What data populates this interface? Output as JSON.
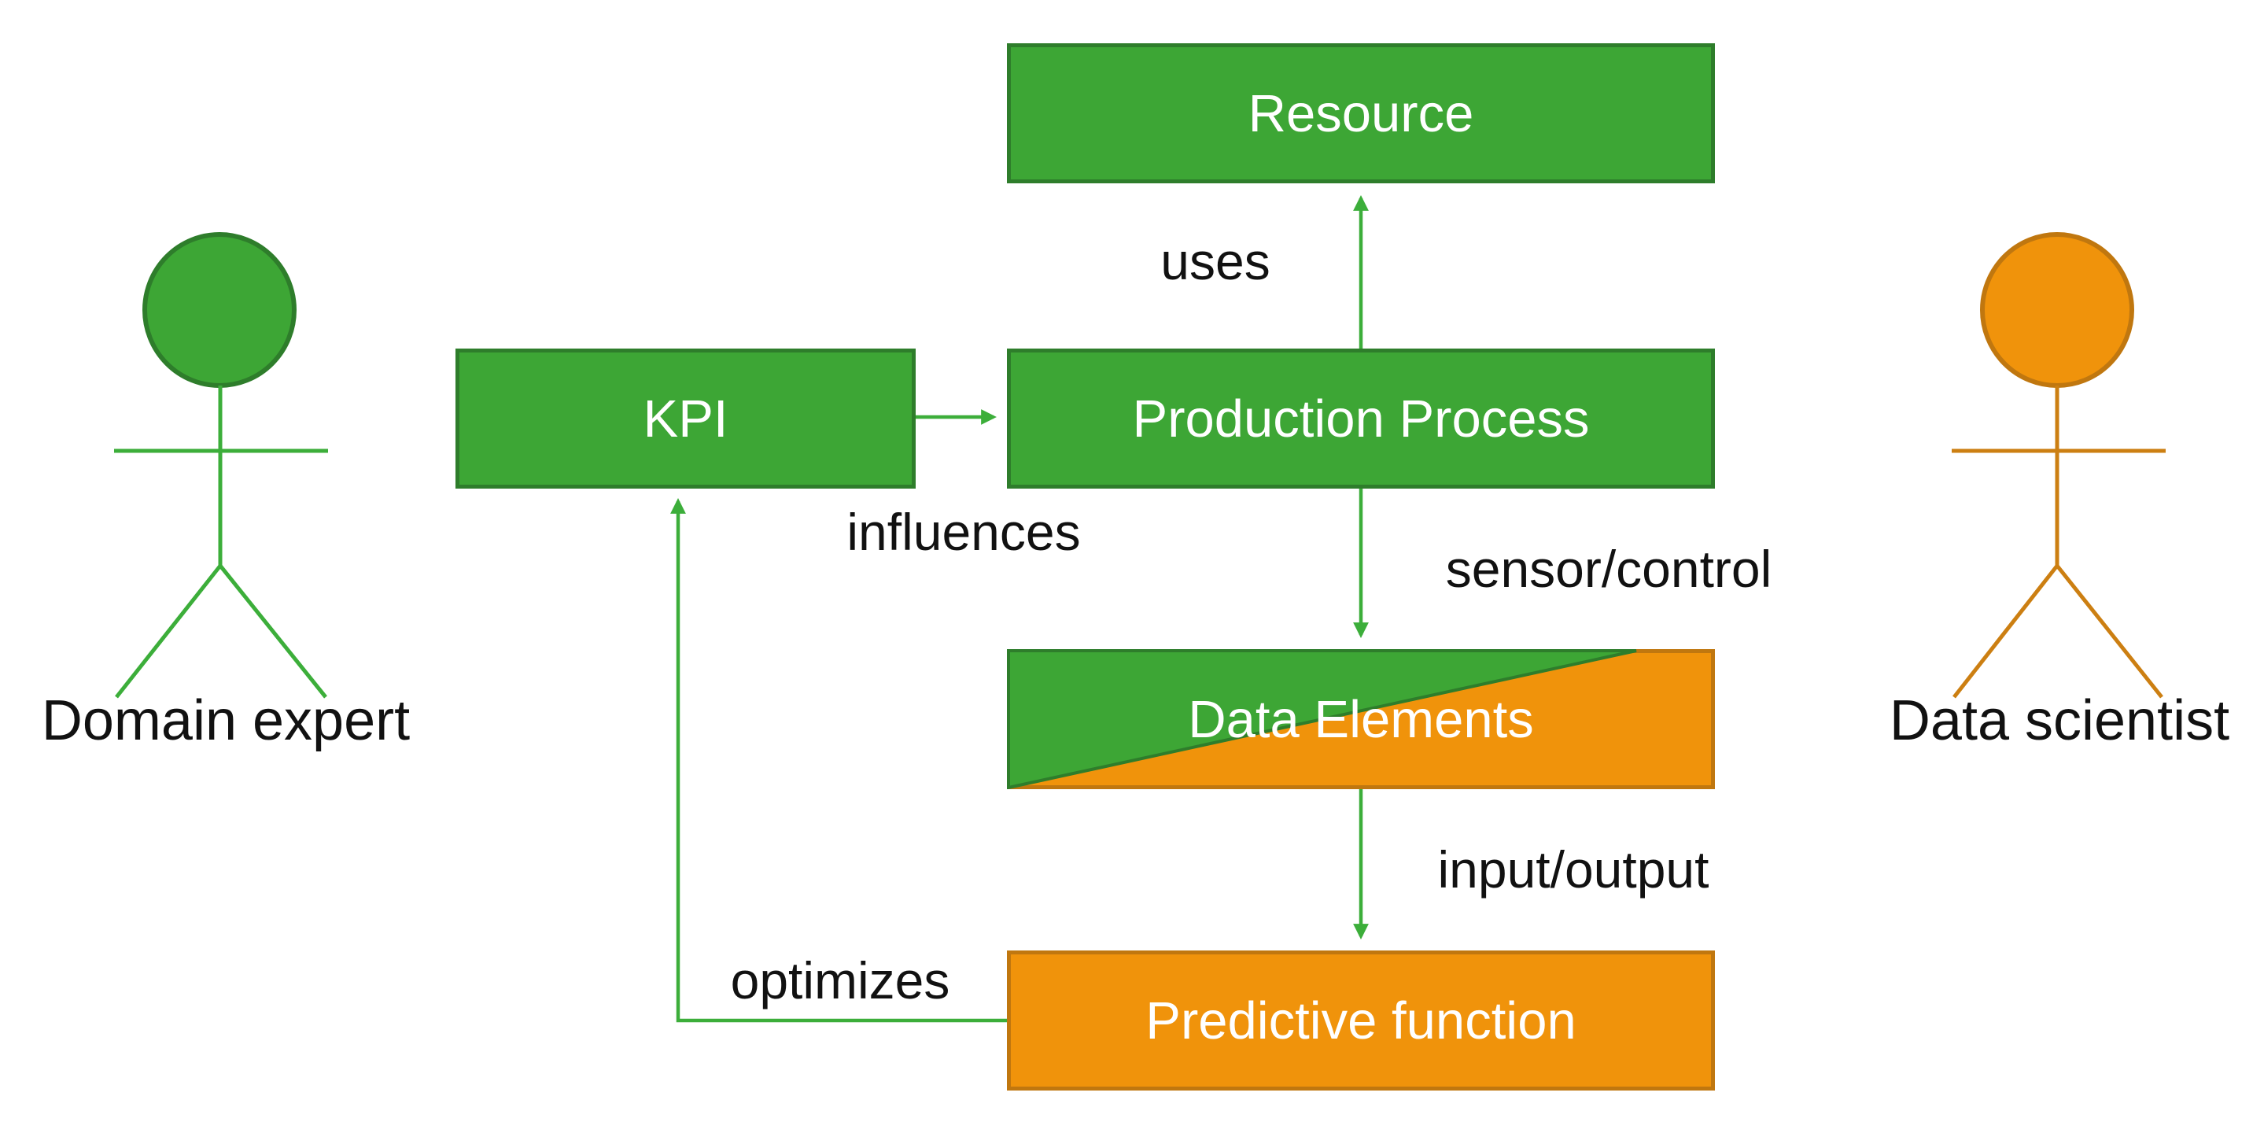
{
  "diagram": {
    "description": "Concept diagram linking KPI, production process, resources, data elements and predictive function between a domain expert and a data scientist"
  },
  "colors": {
    "green_fill": "#3da635",
    "green_border": "#2e7d2b",
    "green_line": "#3cae3a",
    "orange_fill": "#f0930b",
    "orange_border": "#c0770f",
    "orange_line": "#cc7f12",
    "label_text": "#111111",
    "node_text": "#ffffff",
    "background": "#ffffff"
  },
  "actors": [
    {
      "id": "domain-expert",
      "label": "Domain expert",
      "color": "#3da635"
    },
    {
      "id": "data-scientist",
      "label": "Data scientist",
      "color": "#f0930b"
    }
  ],
  "nodes": [
    {
      "id": "resource",
      "label": "Resource",
      "style": "green"
    },
    {
      "id": "kpi",
      "label": "KPI",
      "style": "green"
    },
    {
      "id": "production-process",
      "label": "Production Process",
      "style": "green"
    },
    {
      "id": "data-elements",
      "label": "Data Elements",
      "style": "green-orange-split"
    },
    {
      "id": "predictive-function",
      "label": "Predictive function",
      "style": "orange"
    }
  ],
  "edges": [
    {
      "id": "uses",
      "label": "uses",
      "from": "production-process",
      "to": "resource",
      "direction": "up"
    },
    {
      "id": "influences",
      "label": "influences",
      "from": "kpi",
      "to": "production-process",
      "direction": "right"
    },
    {
      "id": "sensor-control",
      "label": "sensor/control",
      "from": "production-process",
      "to": "data-elements",
      "direction": "down"
    },
    {
      "id": "input-output",
      "label": "input/output",
      "from": "data-elements",
      "to": "predictive-function",
      "direction": "down"
    },
    {
      "id": "optimizes",
      "label": "optimizes",
      "from": "predictive-function",
      "to": "kpi",
      "direction": "left-up"
    }
  ]
}
